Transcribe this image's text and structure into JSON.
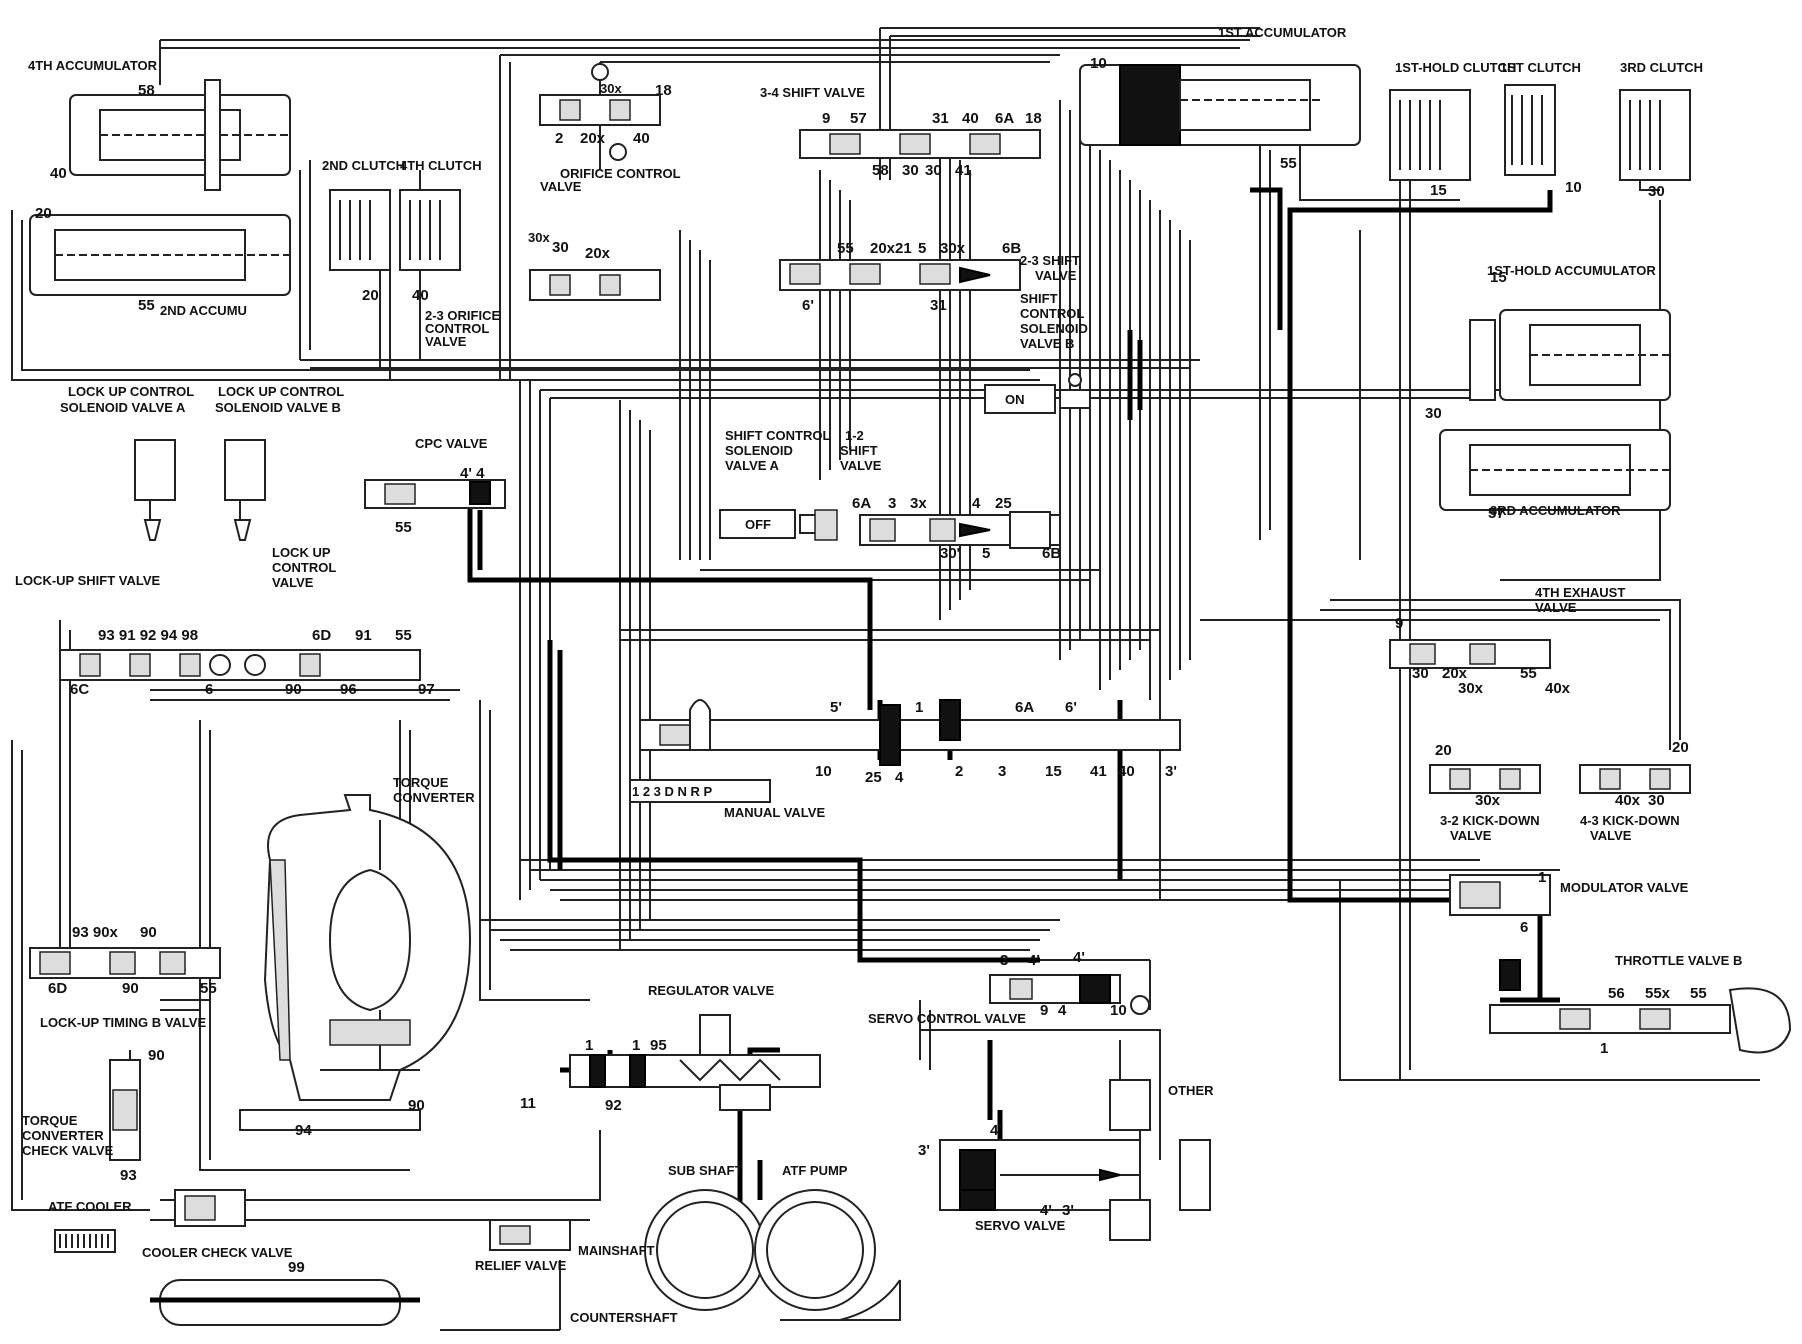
{
  "labels": {
    "acc4": "4TH ACCUMULATOR",
    "acc2": "2ND ACCUMU",
    "clutch2": "2ND CLUTCH",
    "clutch4": "4TH CLUTCH",
    "orifice23_1": "2-3 ORIFICE",
    "orifice23_2": "CONTROL",
    "orifice23_3": "VALVE",
    "orificecv_1": "ORIFICE CONTROL",
    "orificecv_2": "VALVE",
    "shift34": "3-4 SHIFT VALVE",
    "acc1": "1ST ACCUMULATOR",
    "hold1": "1ST-HOLD CLUTCH",
    "clutch1": "1ST CLUTCH",
    "clutch3": "3RD CLUTCH",
    "shift23_1": "2-3 SHIFT",
    "shift23_2": "VALVE",
    "scsb_1": "SHIFT",
    "scsb_2": "CONTROL",
    "scsb_3": "SOLENOID",
    "scsb_4": "VALVE B",
    "holdacc": "1ST-HOLD ACCUMULATOR",
    "acc3": "3RD ACCUMULATOR",
    "lucsa_1": "LOCK UP CONTROL",
    "lucsa_2": "SOLENOID VALVE A",
    "lucsb_1": "LOCK UP CONTROL",
    "lucsb_2": "SOLENOID VALVE B",
    "cpc": "CPC VALVE",
    "scsa_1": "SHIFT CONTROL",
    "scsa_2": "SOLENOID",
    "scsa_3": "VALVE A",
    "shift12_1": "1-2",
    "shift12_2": "SHIFT",
    "shift12_3": "VALVE",
    "off": "OFF",
    "on": "ON",
    "lushift": "LOCK-UP SHIFT VALVE",
    "lucv_1": "LOCK UP",
    "lucv_2": "CONTROL",
    "lucv_3": "VALVE",
    "exh4_1": "4TH EXHAUST",
    "exh4_2": "VALVE",
    "manual": "MANUAL VALVE",
    "kd32_1": "3-2 KICK-DOWN",
    "kd32_2": "VALVE",
    "kd43_1": "4-3 KICK-DOWN",
    "kd43_2": "VALVE",
    "tc_1": "TORQUE",
    "tc_2": "CONVERTER",
    "modulator": "MODULATOR VALVE",
    "throttleb": "THROTTLE VALVE B",
    "servoctl": "SERVO CONTROL VALVE",
    "regulator": "REGULATOR VALVE",
    "lutiming": "LOCK-UP TIMING B VALVE",
    "tccv_1": "TORQUE",
    "tccv_2": "CONVERTER",
    "tccv_3": "CHECK VALVE",
    "atfcooler": "ATF COOLER",
    "coolercheck": "COOLER CHECK VALVE",
    "relief": "RELIEF VALVE",
    "subshaft": "SUB SHAFT",
    "atfpump": "ATF PUMP",
    "mainshaft": "MAINSHAFT",
    "countershaft": "COUNTERSHAFT",
    "servo": "SERVO VALVE",
    "other": "OTHER",
    "gears": "1 2 3 D N R P"
  },
  "ports": {
    "p58a": "58",
    "p40a": "40",
    "p20a": "20",
    "p55a": "55",
    "p20b": "20",
    "p40b": "40",
    "p18a": "18",
    "p30xa": "30x",
    "p2a": "2",
    "p20xa": "20x",
    "p40c": "40",
    "p9a": "9",
    "p57a": "57",
    "p31a": "31",
    "p40d": "40",
    "p6Aa": "6A",
    "p18b": "18",
    "p58b": "58",
    "p30b": "30",
    "p30c": "30",
    "p41a": "41",
    "p10a": "10",
    "p55b": "55",
    "p15a": "15",
    "p10b": "10",
    "p30d": "30",
    "p30xb": "30x",
    "p30e": "30",
    "p20xb": "20x",
    "p55c": "55",
    "p20x21": "20x21",
    "p5a": "5",
    "p30xc": "30x",
    "p6Ba": "6B",
    "p6pa": "6'",
    "p31b": "31",
    "p15b": "15",
    "p30f": "30",
    "p57b": "57",
    "p4pa": "4' 4",
    "p55d": "55",
    "p6Ab": "6A",
    "p3a": "3",
    "p3xa": "3x",
    "p4a": "4",
    "p25a": "25",
    "p30pa": "30'",
    "p5b": "5",
    "p6Bb": "6B",
    "p93a": "93 91 92 94 98",
    "p6Da": "6D",
    "p91a": "91",
    "p55e": "55",
    "p6Ca": "6C",
    "p6a": "6",
    "p90a": "90",
    "p96a": "96",
    "p97a": "97",
    "p9b": "9",
    "p30g": "30",
    "p20xc": "20x",
    "p55f": "55",
    "p30xd": "30x",
    "p40xa": "40x",
    "p5pa": "5'",
    "p1a": "1",
    "p6Ac": "6A",
    "p6pb": "6'",
    "p10c": "10",
    "p25b": "25",
    "p4b": "4",
    "p2b": "2",
    "p3b": "3",
    "p15c": "15",
    "p41b": "41",
    "p40e": "40",
    "p3pa": "3'",
    "p20c": "20",
    "p30xe": "30x",
    "p20d": "20",
    "p40xb": "40x",
    "p30h": "30",
    "p1b": "1",
    "p6b": "6",
    "p93b": "93 90x",
    "p90b": "90",
    "p6Db": "6D",
    "p90c": "90",
    "p55g": "55",
    "p3c": "3",
    "p4pb": "4'",
    "p4pc": "4'",
    "p9c": "9",
    "p4c": "4",
    "p10d": "10",
    "p56a": "56",
    "p55xa": "55x",
    "p55h": "55",
    "p1c": "1",
    "p1d": "1",
    "p1e": "1",
    "p95a": "95",
    "p92a": "92",
    "p90d": "90",
    "p94a": "94",
    "p90e": "90",
    "p11a": "11",
    "p93c": "93",
    "p3pb": "3'",
    "p4pd": "4'",
    "p4pe": "4'",
    "p3pc": "3'",
    "p99a": "99"
  },
  "colors": {
    "line": "#222222",
    "background": "#ffffff"
  }
}
